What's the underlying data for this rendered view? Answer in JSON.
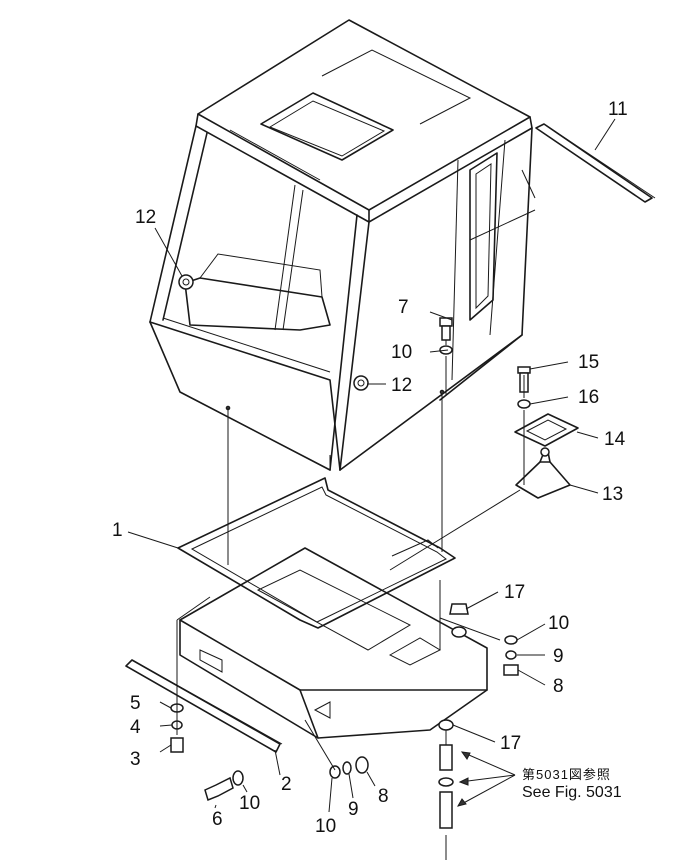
{
  "callouts": {
    "c1": "1",
    "c2": "2",
    "c3": "3",
    "c4": "4",
    "c5": "5",
    "c6": "6",
    "c7": "7",
    "c8a": "8",
    "c8b": "8",
    "c9a": "9",
    "c9b": "9",
    "c10a": "10",
    "c10b": "10",
    "c10c": "10",
    "c10d": "10",
    "c11": "11",
    "c12a": "12",
    "c12b": "12",
    "c13": "13",
    "c14": "14",
    "c15": "15",
    "c16": "16",
    "c17a": "17",
    "c17b": "17"
  },
  "reference": {
    "japanese": "第5031図参照",
    "english": "See Fig. 5031"
  }
}
